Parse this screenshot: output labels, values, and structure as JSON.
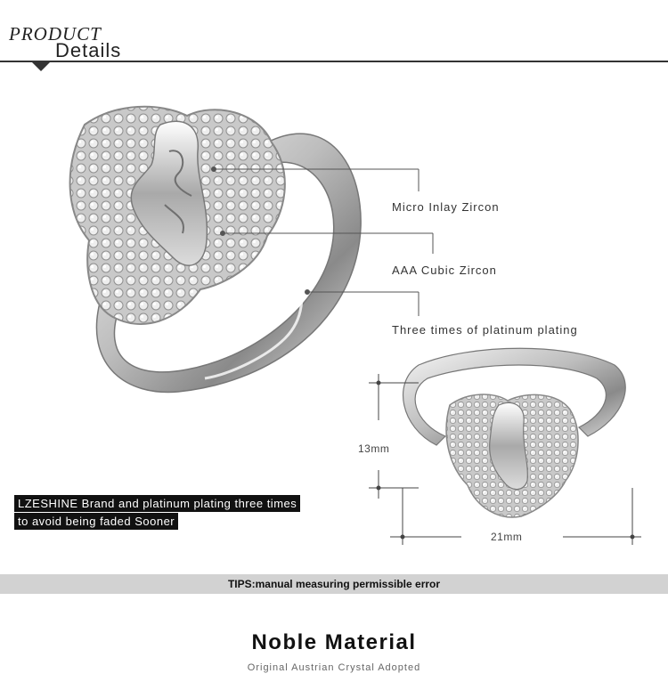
{
  "header": {
    "title_line1": "PRODUCT",
    "title_line2": "Details"
  },
  "callouts": [
    "Micro Inlay Zircon",
    "AAA Cubic Zircon",
    "Three times of platinum plating"
  ],
  "dimensions": {
    "height": "13mm",
    "width": "21mm"
  },
  "brand_text": {
    "line1": "LZESHINE Brand and platinum plating three times",
    "line2": "to avoid being faded Sooner"
  },
  "tips": "TIPS:manual measuring permissible error",
  "footer": {
    "title": "Noble Material",
    "subtitle": "Original Austrian Crystal Adopted"
  }
}
